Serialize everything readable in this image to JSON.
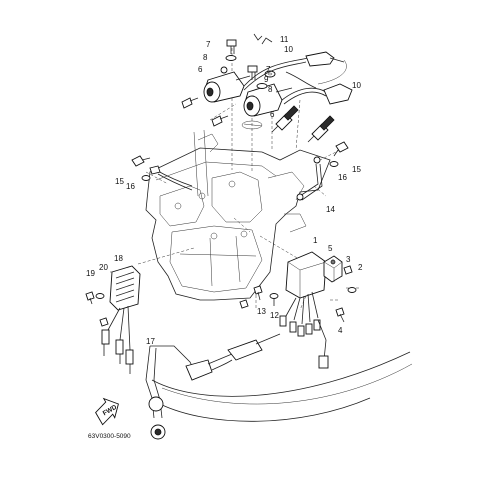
{
  "diagram": {
    "callouts": {
      "c1": "1",
      "c2": "2",
      "c3": "3",
      "c4": "4",
      "c5": "5",
      "c6a": "6",
      "c6b": "6",
      "c7a": "7",
      "c7b": "7",
      "c8a": "8",
      "c8b": "8",
      "c9": "9",
      "c10a": "10",
      "c10b": "10",
      "c11": "11",
      "c12": "12",
      "c13": "13",
      "c14": "14",
      "c15a": "15",
      "c15b": "15",
      "c16a": "16",
      "c16b": "16",
      "c17": "17",
      "c18": "18",
      "c19": "19",
      "c20": "20"
    },
    "fwd_label": "FWD",
    "drawing_code": "63V0300-5090"
  }
}
